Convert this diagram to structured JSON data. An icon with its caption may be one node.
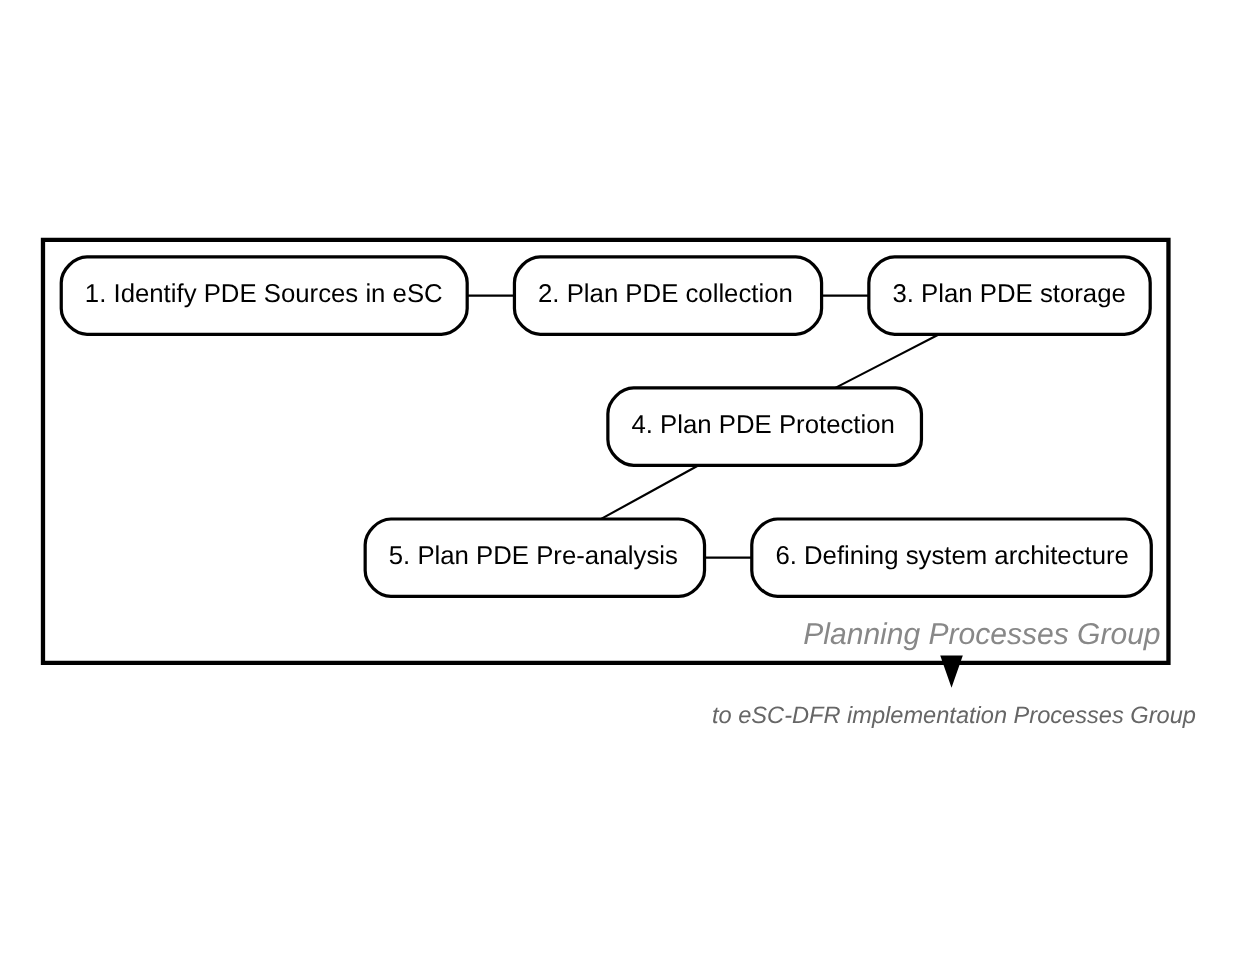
{
  "diagram": {
    "nodes": [
      {
        "text": [
          "Planning Processes Group"
        ]
      },
      {
        "text": [
          "1. Identify PDE Sources in eSC"
        ],
        "in": 0
      },
      {
        "text": [
          "2. Plan PDE collection"
        ],
        "in": 0
      },
      {
        "text": [
          "3. Plan PDE storage"
        ],
        "in": 0
      },
      {
        "text": [
          "4. Plan PDE Protection"
        ],
        "in": 0
      },
      {
        "text": [
          "5. Plan PDE Pre-analysis"
        ],
        "in": 0
      },
      {
        "text": [
          "6. Defining system architecture"
        ],
        "in": 0
      },
      {
        "text": [
          "to eSC-DFR implementation Processes Group"
        ]
      }
    ],
    "edges": [
      {
        "from": 1,
        "to": 2,
        "arrow": "none"
      },
      {
        "from": 2,
        "to": 3,
        "arrow": "none"
      },
      {
        "from": 3,
        "to": 4,
        "arrow": "none"
      },
      {
        "from": 4,
        "to": 5,
        "arrow": "none"
      },
      {
        "from": 5,
        "to": 6,
        "arrow": "none"
      },
      {
        "from": 0,
        "to": 7,
        "arrow": "to",
        "style": "thick"
      }
    ]
  }
}
